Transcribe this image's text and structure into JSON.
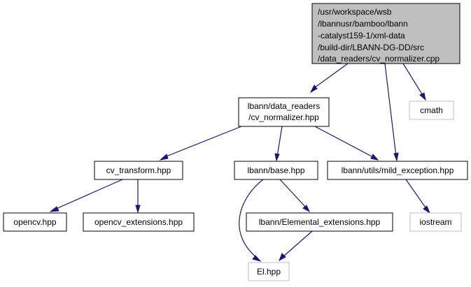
{
  "nodes": {
    "root": {
      "lines": [
        "/usr/workspace/wsb",
        "/lbannusr/bamboo/lbann",
        "-catalyst159-1/xml-data",
        "/build-dir/LBANN-DG-DD/src",
        "/data_readers/cv_normalizer.cpp"
      ]
    },
    "cv_normalizer_hpp": {
      "lines": [
        "lbann/data_readers",
        "/cv_normalizer.hpp"
      ]
    },
    "cmath": {
      "lines": [
        "cmath"
      ]
    },
    "cv_transform_hpp": {
      "lines": [
        "cv_transform.hpp"
      ]
    },
    "base_hpp": {
      "lines": [
        "lbann/base.hpp"
      ]
    },
    "mild_exception_hpp": {
      "lines": [
        "lbann/utils/mild_exception.hpp"
      ]
    },
    "opencv_hpp": {
      "lines": [
        "opencv.hpp"
      ]
    },
    "opencv_extensions_hpp": {
      "lines": [
        "opencv_extensions.hpp"
      ]
    },
    "elemental_extensions_hpp": {
      "lines": [
        "lbann/Elemental_extensions.hpp"
      ]
    },
    "iostream": {
      "lines": [
        "iostream"
      ]
    },
    "el_hpp": {
      "lines": [
        "El.hpp"
      ]
    }
  },
  "colors": {
    "edge": "#191970",
    "root_fill": "#bfbfbf",
    "external_border": "#bfbfbf",
    "node_border": "#000000"
  }
}
